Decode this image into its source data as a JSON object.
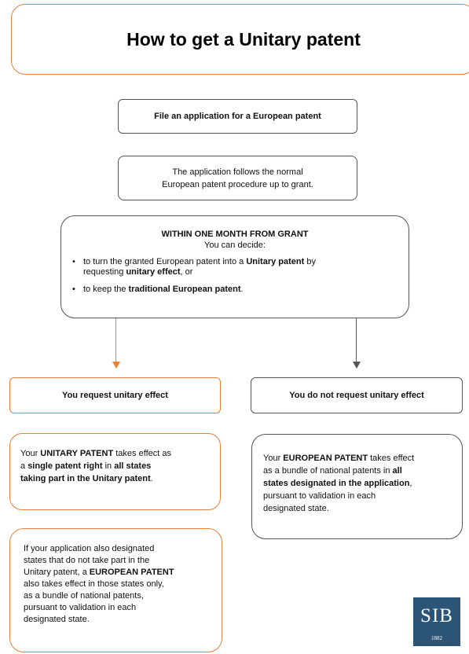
{
  "title": "How to get a Unitary patent",
  "step1": "File an application for a European patent",
  "step2": {
    "line1": "The application follows the normal",
    "line2": "European patent procedure up to grant."
  },
  "decision": {
    "heading": "WITHIN ONE MONTH FROM GRANT",
    "subheading": "You can decide:",
    "bullet1": {
      "a": "to turn the granted European patent into a ",
      "b": "Unitary patent",
      "c": " by",
      "d": "requesting ",
      "e": "unitary effect",
      "f": ", or"
    },
    "bullet2": {
      "a": "to keep the ",
      "b": "traditional European patent",
      "c": "."
    }
  },
  "option_left": "You request unitary effect",
  "option_right": "You do not request unitary effect",
  "result_left": {
    "l1a": "Your ",
    "l1b": "UNITARY PATENT",
    "l1c": " takes effect as",
    "l2a": "a ",
    "l2b": "single patent right",
    "l2c": " in ",
    "l2d": "all states",
    "l3a": "taking part in the Unitary patent",
    "l3b": "."
  },
  "result_right": {
    "l1a": "Your ",
    "l1b": "EUROPEAN PATENT",
    "l1c": " takes effect",
    "l2a": "as a bundle of national patents in ",
    "l2b": "all",
    "l3a": "states designated in the application",
    "l3b": ",",
    "l4": "pursuant to validation in each",
    "l5": "designated state."
  },
  "extra_note": {
    "l1": "If your application also designated",
    "l2": "states that do not take part in the",
    "l3a": "Unitary patent, a ",
    "l3b": "EUROPEAN PATENT",
    "l4": "also takes effect in those states only,",
    "l5": "as a bundle of national patents,",
    "l6": "pursuant to validation in each",
    "l7": "designated state."
  },
  "logo": {
    "text": "SIB",
    "year": "1882"
  },
  "colors": {
    "accent": "#e8803a",
    "neutral": "#555555",
    "logo_bg": "#2c5476"
  }
}
